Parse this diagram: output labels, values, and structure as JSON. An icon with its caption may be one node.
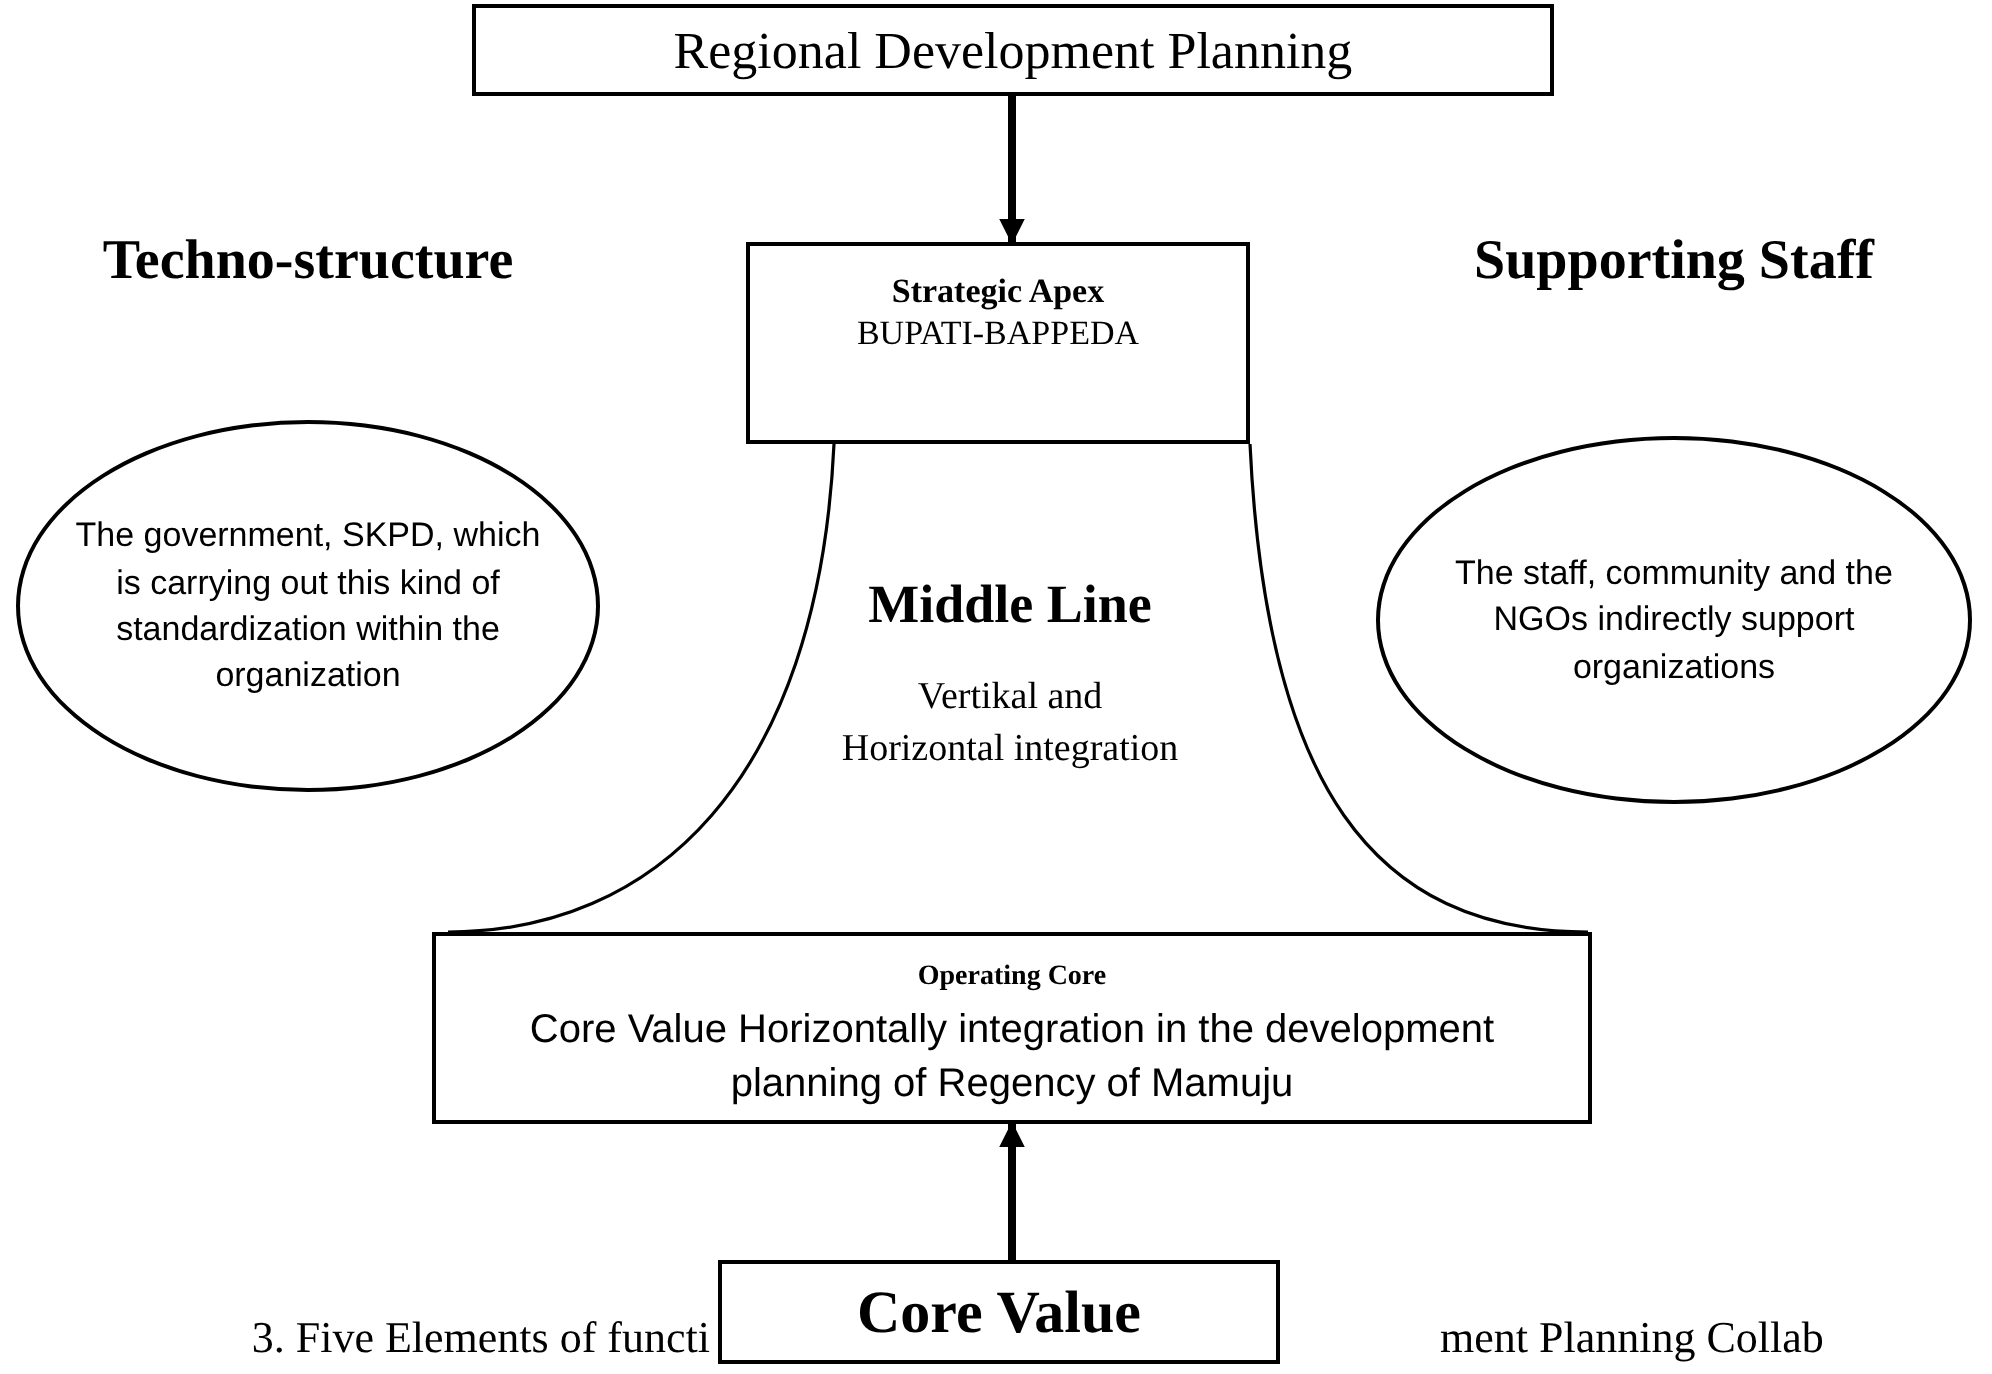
{
  "diagram": {
    "nodes": [
      {
        "text": [
          "Regional Development Planning"
        ]
      },
      {
        "text": [
          "Strategic Apex",
          "BUPATI-BAPPEDA"
        ]
      },
      {
        "text": [
          "Techno-structure",
          "The government, SKPD, which is carrying out this kind of standardization within the organization"
        ]
      },
      {
        "text": [
          "Supporting Staff",
          "The staff, community and the NGOs indirectly support organizations"
        ]
      },
      {
        "text": [
          "Operating Core",
          "Core Value Horizontally integration in the development planning of Regency of Mamuju"
        ]
      },
      {
        "text": [
          "Core Value"
        ]
      }
    ],
    "edges": [
      {
        "from": 0,
        "to": 1,
        "arrow": "to",
        "style": "thick"
      },
      {
        "from": 1,
        "to": 4,
        "arrow": "none"
      },
      {
        "from": 1,
        "to": 4,
        "arrow": "none"
      },
      {
        "from": 5,
        "to": 4,
        "arrow": "to",
        "style": "thick"
      }
    ],
    "labels": [
      "Middle Line",
      "Vertikal and Horizontal integration",
      "3. Five Elements of functi",
      "ment Planning Collab"
    ]
  }
}
